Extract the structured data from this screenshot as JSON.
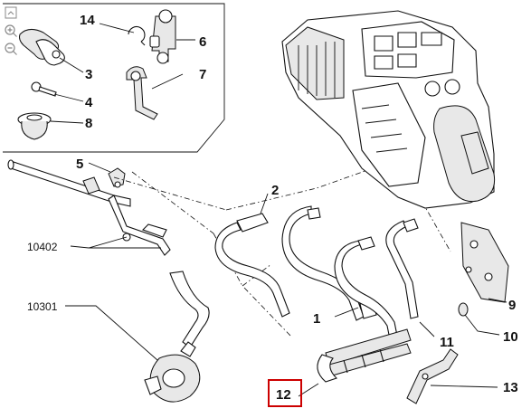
{
  "zoom_controls": [
    {
      "name": "fit-to-screen-icon"
    },
    {
      "name": "zoom-in-icon"
    },
    {
      "name": "zoom-out-icon"
    }
  ],
  "callouts": {
    "c14": "14",
    "c6": "6",
    "c3": "3",
    "c7": "7",
    "c4": "4",
    "c8": "8",
    "c5": "5",
    "c2": "2",
    "c10402": "10402",
    "c10301": "10301",
    "c1": "1",
    "c11": "11",
    "c9": "9",
    "c10": "10",
    "c12": "12",
    "c13": "13"
  },
  "highlight_color": "#cc0000"
}
